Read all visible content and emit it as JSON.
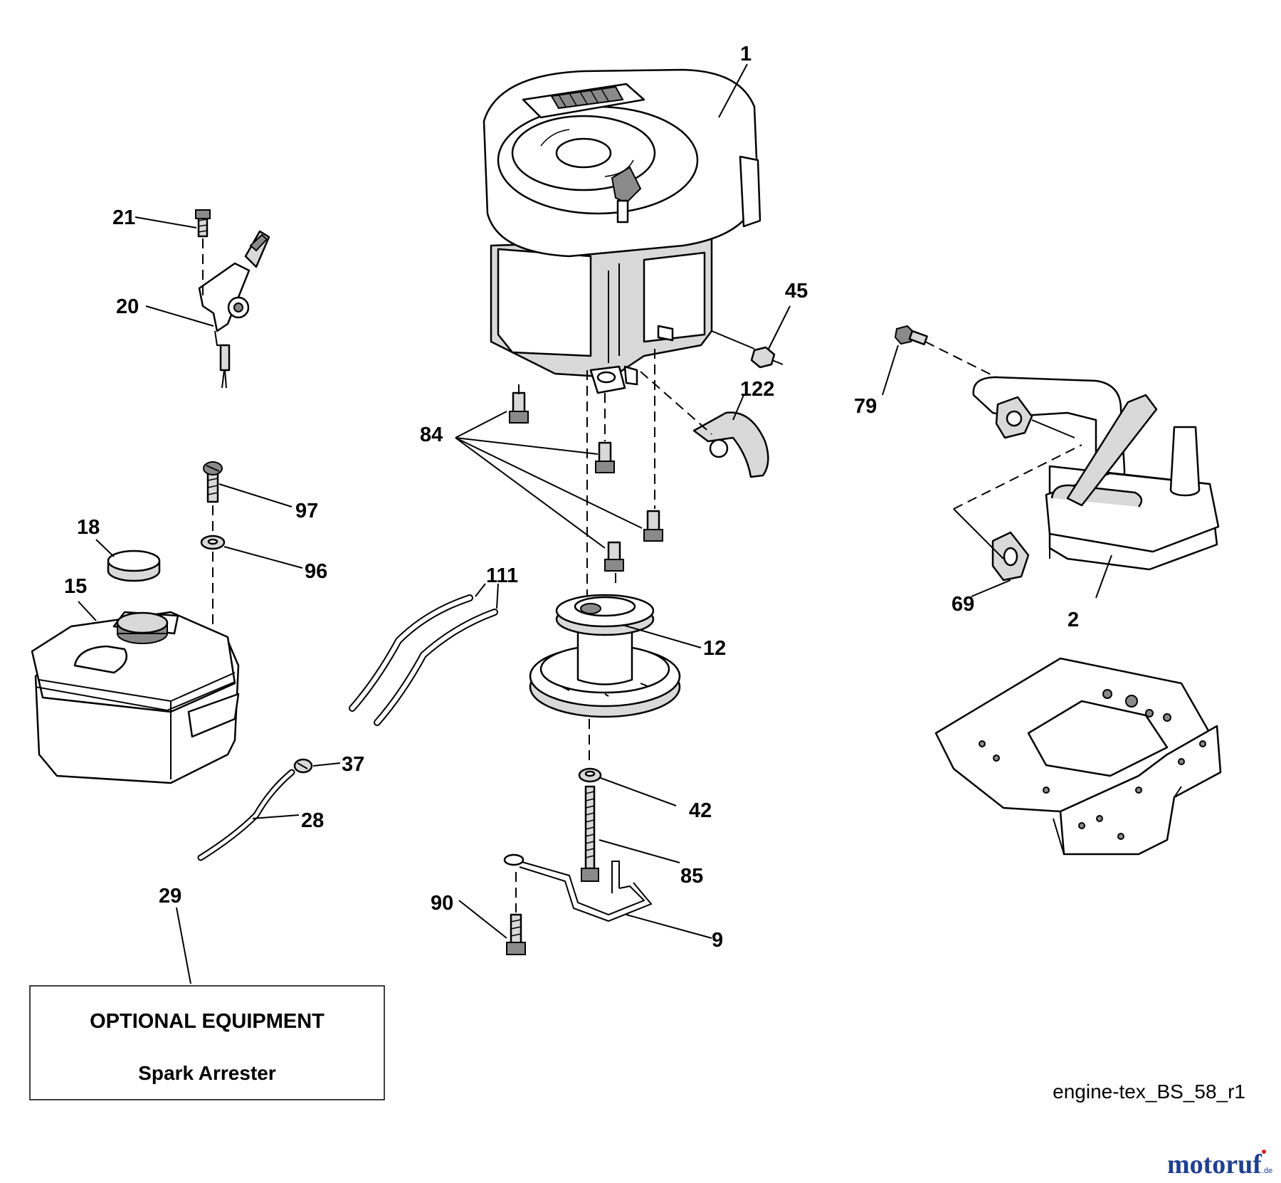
{
  "callouts": [
    {
      "id": "1",
      "label": "1"
    },
    {
      "id": "2",
      "label": "2"
    },
    {
      "id": "9",
      "label": "9"
    },
    {
      "id": "12",
      "label": "12"
    },
    {
      "id": "15",
      "label": "15"
    },
    {
      "id": "18",
      "label": "18"
    },
    {
      "id": "20",
      "label": "20"
    },
    {
      "id": "21",
      "label": "21"
    },
    {
      "id": "28",
      "label": "28"
    },
    {
      "id": "29",
      "label": "29"
    },
    {
      "id": "37",
      "label": "37"
    },
    {
      "id": "42",
      "label": "42"
    },
    {
      "id": "45",
      "label": "45"
    },
    {
      "id": "69",
      "label": "69"
    },
    {
      "id": "79",
      "label": "79"
    },
    {
      "id": "84",
      "label": "84"
    },
    {
      "id": "85",
      "label": "85"
    },
    {
      "id": "90",
      "label": "90"
    },
    {
      "id": "96",
      "label": "96"
    },
    {
      "id": "97",
      "label": "97"
    },
    {
      "id": "111",
      "label": "111"
    },
    {
      "id": "122",
      "label": "122"
    }
  ],
  "optional_box": {
    "title": "OPTIONAL EQUIPMENT",
    "item": "Spark Arrester"
  },
  "drawing_ref": "engine-tex_BS_58_r1",
  "logo": {
    "main": "motoruf",
    "suffix": ".de",
    "color_primary": "#1f3f8f",
    "color_accent": "#d62020"
  }
}
